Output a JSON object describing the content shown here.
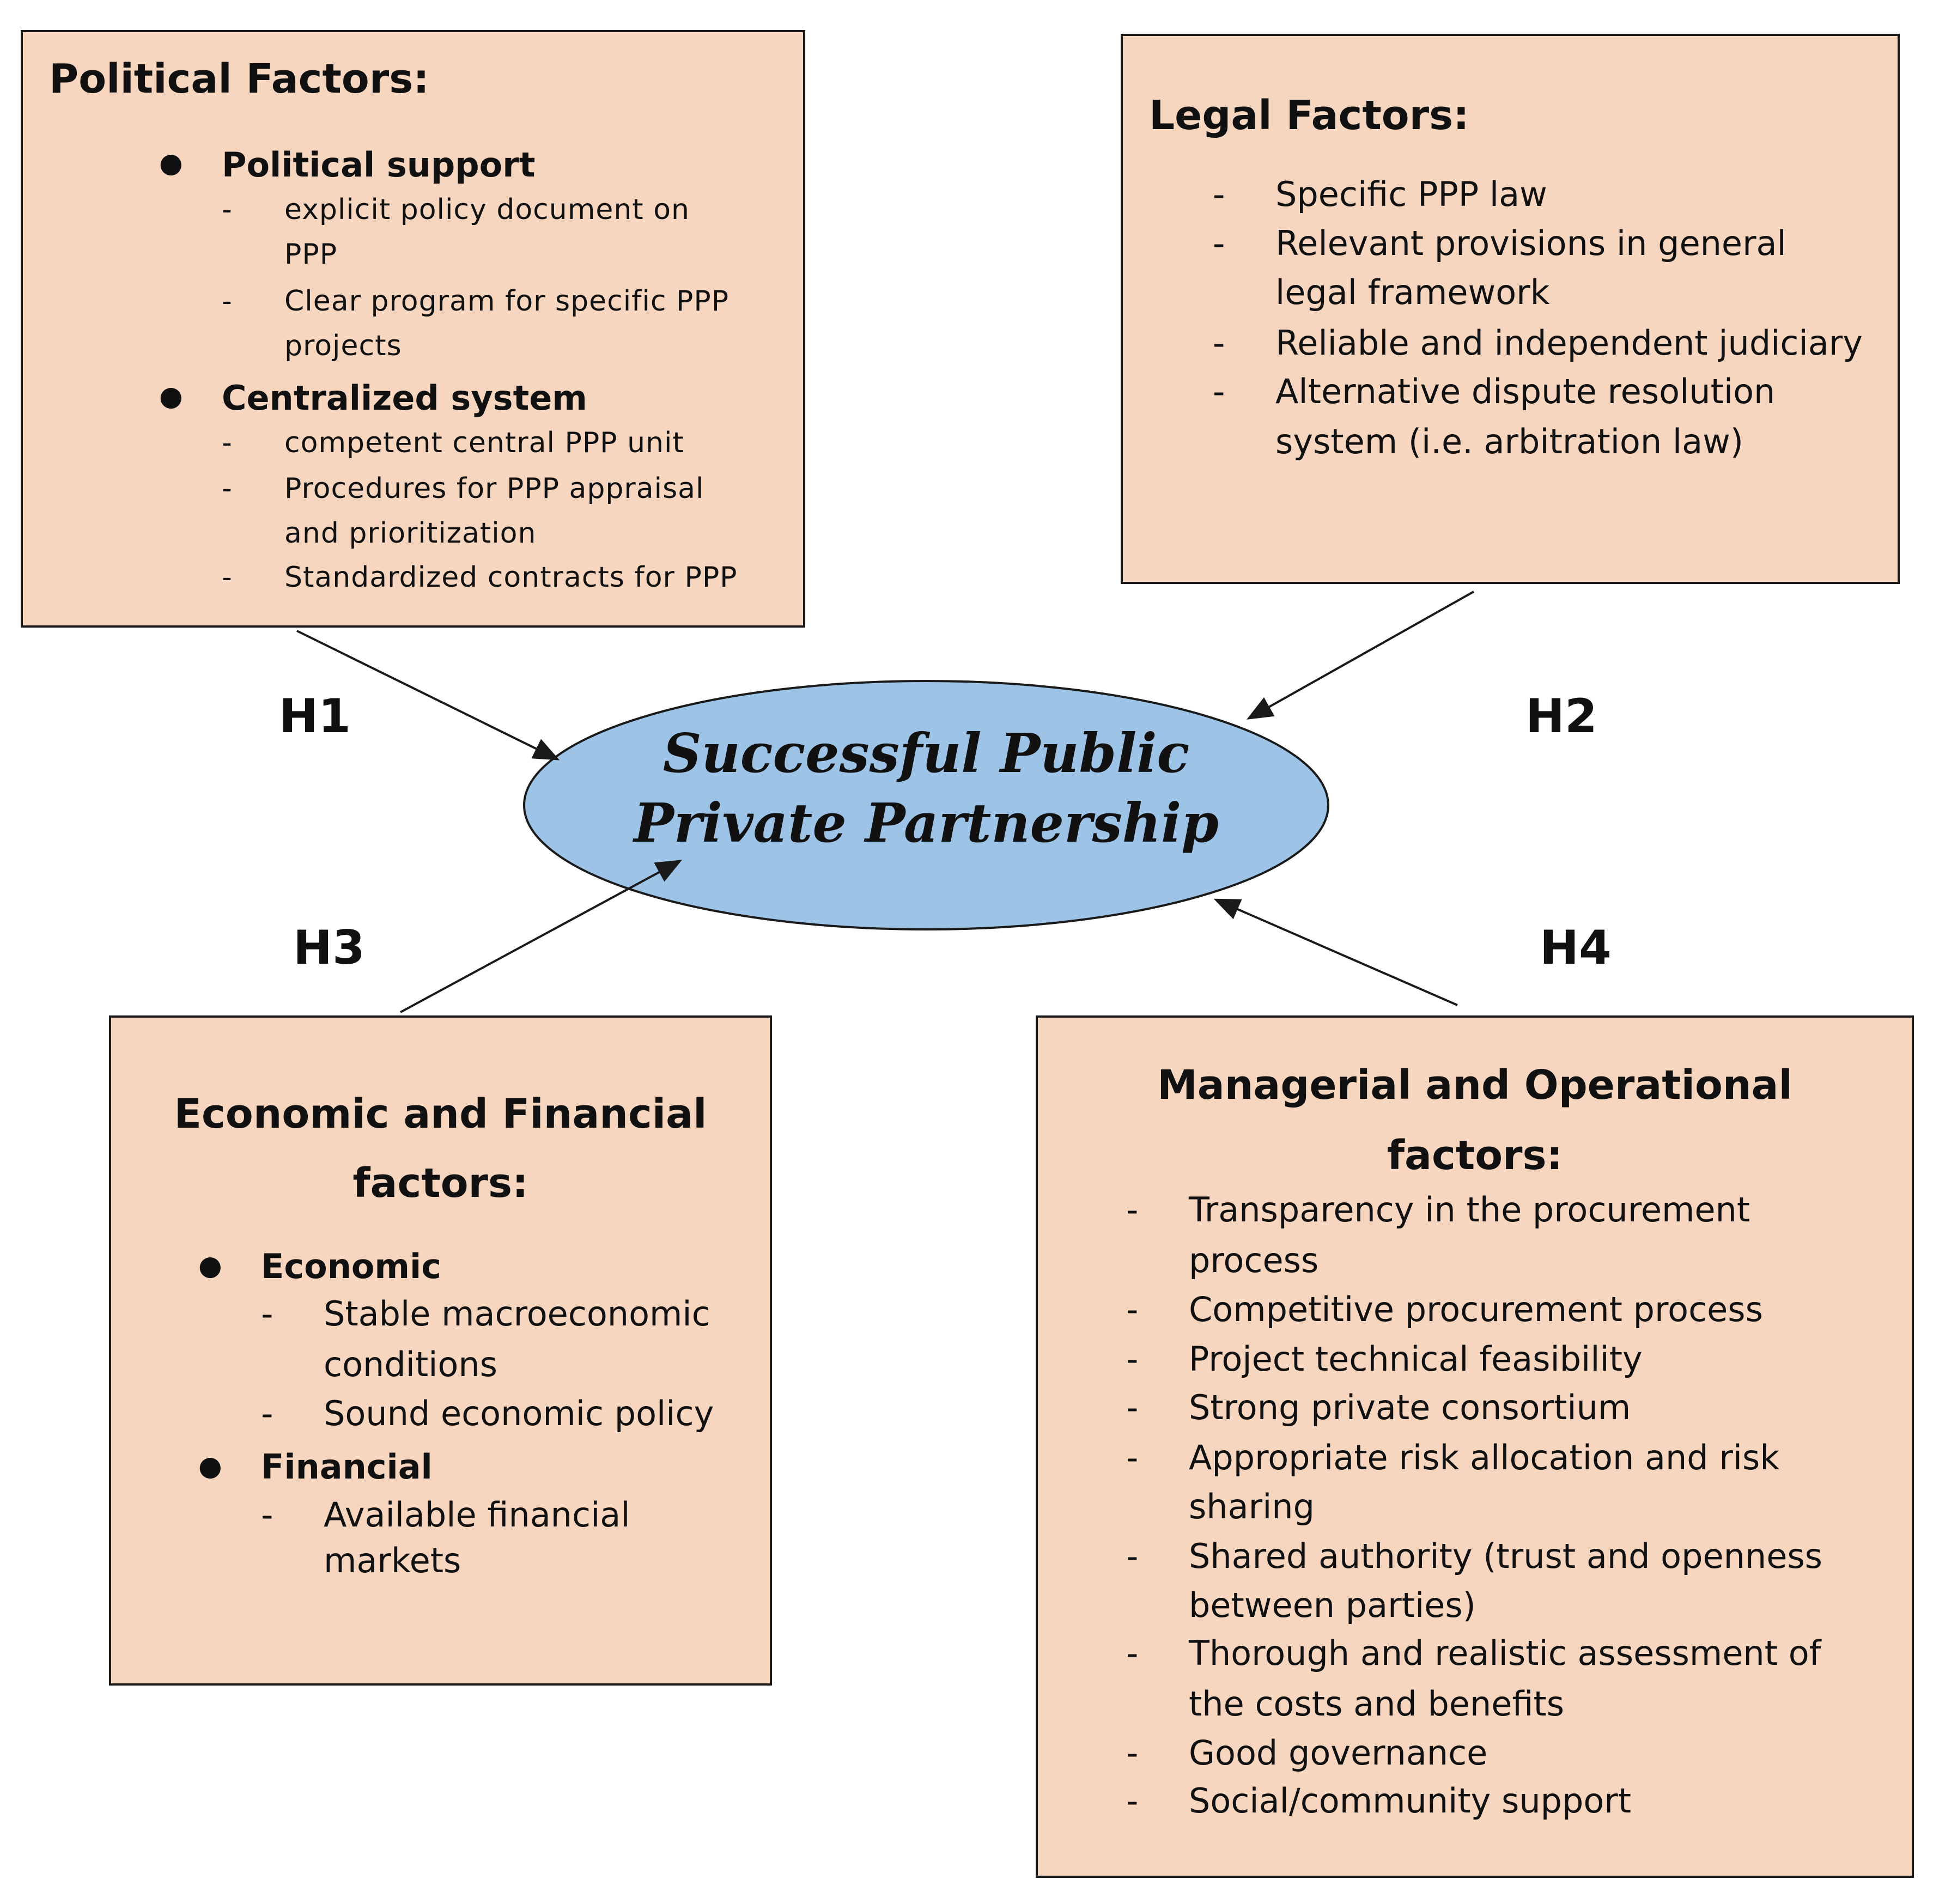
{
  "center": {
    "line1": "Successful Public",
    "line2": "Private Partnership"
  },
  "hypotheses": [
    "H1",
    "H2",
    "H3",
    "H4"
  ],
  "colors": {
    "box_fill": "#f7d6c0",
    "ellipse_fill": "#9dc3e6",
    "stroke": "#1a1a1a"
  },
  "political": {
    "title": "Political Factors:",
    "bullets": [
      {
        "label": "Political support",
        "items": [
          [
            "explicit policy document on",
            "PPP"
          ],
          [
            "Clear program for specific PPP",
            "projects"
          ]
        ]
      },
      {
        "label": "Centralized system",
        "items": [
          [
            "competent central PPP unit"
          ],
          [
            "Procedures for PPP appraisal",
            "and prioritization"
          ],
          [
            "Standardized contracts for PPP"
          ]
        ]
      }
    ]
  },
  "legal": {
    "title": "Legal Factors:",
    "items": [
      [
        "Specific PPP law"
      ],
      [
        "Relevant provisions in general",
        "legal framework"
      ],
      [
        "Reliable and independent judiciary"
      ],
      [
        "Alternative dispute resolution",
        "system (i.e. arbitration law)"
      ]
    ]
  },
  "economic": {
    "title_line1": "Economic and Financial",
    "title_line2": "factors:",
    "bullets": [
      {
        "label": "Economic",
        "items": [
          [
            "Stable macroeconomic",
            "conditions"
          ],
          [
            "Sound economic policy"
          ]
        ]
      },
      {
        "label": "Financial",
        "items": [
          [
            "Available financial",
            "markets"
          ]
        ]
      }
    ]
  },
  "managerial": {
    "title_line1": "Managerial and Operational",
    "title_line2": "factors:",
    "items": [
      [
        "Transparency in the procurement",
        "process"
      ],
      [
        "Competitive procurement process"
      ],
      [
        "Project technical feasibility"
      ],
      [
        "Strong private consortium"
      ],
      [
        "Appropriate risk allocation and risk",
        "sharing"
      ],
      [
        "Shared authority (trust and openness",
        "between parties)"
      ],
      [
        "Thorough and realistic assessment of",
        "the costs and benefits"
      ],
      [
        "Good governance"
      ],
      [
        "Social/community support"
      ]
    ]
  }
}
